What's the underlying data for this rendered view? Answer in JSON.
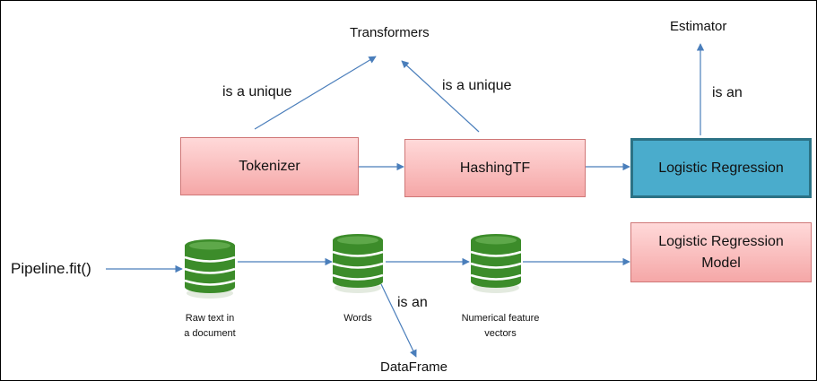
{
  "labels": {
    "transformers": "Transformers",
    "estimator": "Estimator",
    "is_a_unique_left": "is a unique",
    "is_a_unique_right": "is a unique",
    "is_an_estimator": "is an",
    "is_an_dataframe": "is an",
    "dataframe": "DataFrame",
    "pipeline_fit": "Pipeline.fit()"
  },
  "boxes": {
    "tokenizer": "Tokenizer",
    "hashingtf": "HashingTF",
    "logistic_regression": "Logistic Regression",
    "model_line1": "Logistic Regression",
    "model_line2": "Model"
  },
  "databases": {
    "raw_text_line1": "Raw text in",
    "raw_text_line2": "a document",
    "words": "Words",
    "features_line1": "Numerical feature",
    "features_line2": "vectors"
  },
  "colors": {
    "arrow": "#4a7ebb",
    "box_pink_top": "#ffd9d9",
    "box_pink_bottom": "#f5a7a7",
    "box_teal": "#4aaccc",
    "db_green": "#3c8c2a"
  }
}
